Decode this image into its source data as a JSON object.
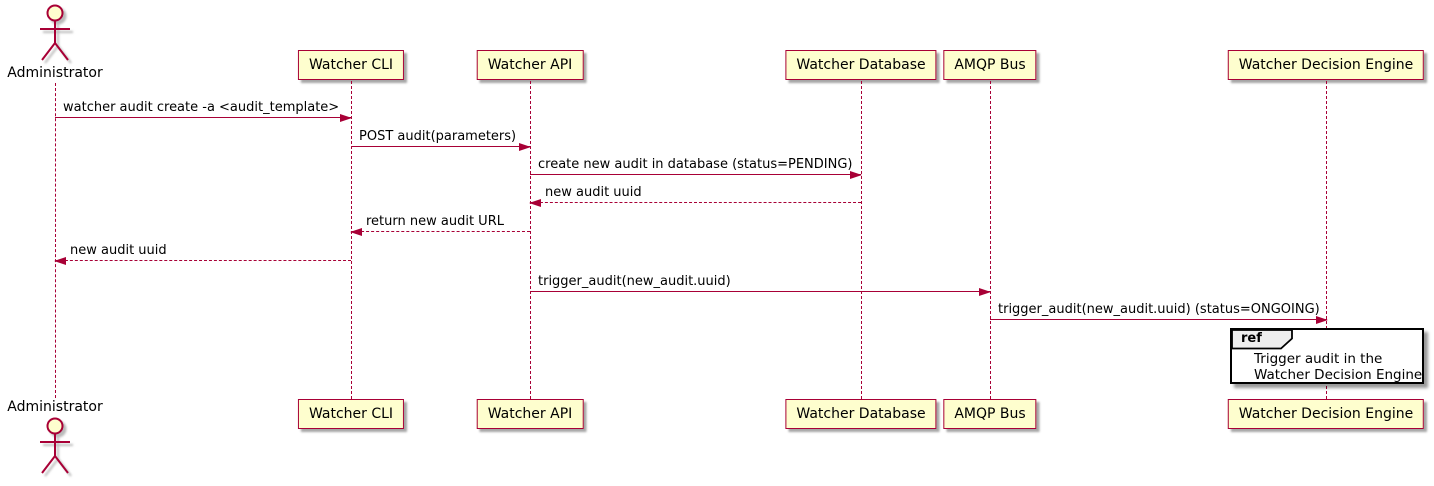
{
  "diagram": {
    "type": "sequence",
    "colors": {
      "participant_fill": "#FEFECE",
      "participant_border": "#A80036",
      "line": "#A80036",
      "text": "#000000",
      "ref_fill": "#FFFFFF",
      "ref_border": "#000000",
      "ref_tab_fill": "#EEEEEE",
      "background": "#FFFFFF"
    },
    "participants": [
      {
        "name": "Administrator",
        "kind": "actor"
      },
      {
        "name": "Watcher CLI",
        "kind": "participant"
      },
      {
        "name": "Watcher API",
        "kind": "participant"
      },
      {
        "name": "Watcher Database",
        "kind": "participant"
      },
      {
        "name": "AMQP Bus",
        "kind": "participant"
      },
      {
        "name": "Watcher Decision Engine",
        "kind": "participant"
      }
    ],
    "messages": [
      {
        "from": "Administrator",
        "to": "Watcher CLI",
        "label": "watcher audit create -a <audit_template>",
        "line": "solid"
      },
      {
        "from": "Watcher CLI",
        "to": "Watcher API",
        "label": "POST audit(parameters)",
        "line": "solid"
      },
      {
        "from": "Watcher API",
        "to": "Watcher Database",
        "label": "create new audit in database (status=PENDING)",
        "line": "solid"
      },
      {
        "from": "Watcher Database",
        "to": "Watcher API",
        "label": "new audit uuid",
        "line": "dashed"
      },
      {
        "from": "Watcher API",
        "to": "Watcher CLI",
        "label": "return new audit URL",
        "line": "dashed"
      },
      {
        "from": "Watcher CLI",
        "to": "Administrator",
        "label": "new audit uuid",
        "line": "dashed"
      },
      {
        "from": "Watcher API",
        "to": "AMQP Bus",
        "label": "trigger_audit(new_audit.uuid)",
        "line": "solid"
      },
      {
        "from": "AMQP Bus",
        "to": "Watcher Decision Engine",
        "label": "trigger_audit(new_audit.uuid) (status=ONGOING)",
        "line": "solid"
      }
    ],
    "ref": {
      "keyword": "ref",
      "lines": [
        "Trigger audit in the",
        "Watcher Decision Engine"
      ]
    }
  }
}
